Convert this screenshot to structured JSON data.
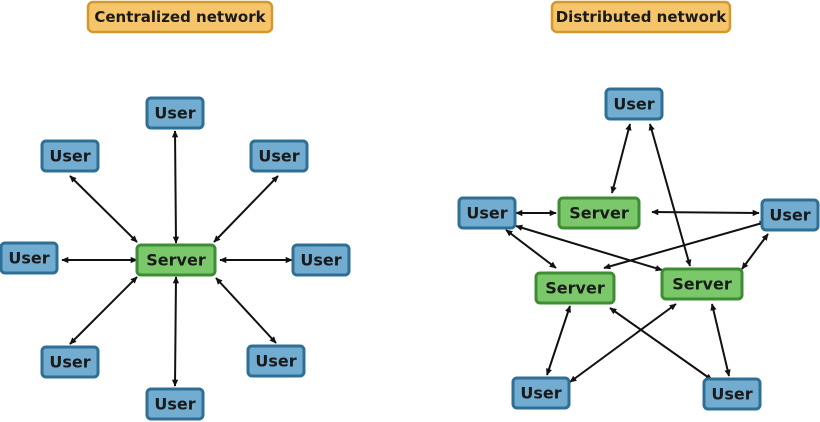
{
  "titles": {
    "left": "Centralized network",
    "right": "Distributed network"
  },
  "labels": {
    "user": "User",
    "server": "Server"
  },
  "colors": {
    "title_fill": "#f6c46a",
    "title_stroke": "#d29a2c",
    "user_fill": "#72acd0",
    "user_stroke": "#2f6f95",
    "server_fill": "#7bc86a",
    "server_stroke": "#3e8c34",
    "arrow": "#111111"
  },
  "centralized": {
    "hub": "server",
    "spokes": [
      "user-top",
      "user-upper-right",
      "user-right",
      "user-lower-right",
      "user-bottom",
      "user-lower-left",
      "user-left",
      "user-upper-left"
    ]
  },
  "distributed": {
    "servers": [
      "server-left",
      "server-right",
      "server-bottom-left",
      "server-bottom-right"
    ],
    "users": [
      "user-top",
      "user-left",
      "user-right",
      "user-bottom-left",
      "user-bottom-right"
    ],
    "links": [
      [
        "user-left",
        "server-left"
      ],
      [
        "user-top",
        "server-left"
      ],
      [
        "user-top",
        "server-bottom-right"
      ],
      [
        "server-left",
        "user-right"
      ],
      [
        "user-left",
        "server-bottom-left"
      ],
      [
        "user-left",
        "server-bottom-right"
      ],
      [
        "server-bottom-left",
        "user-right"
      ],
      [
        "server-bottom-right",
        "user-right"
      ],
      [
        "server-bottom-left",
        "user-bottom-left"
      ],
      [
        "server-bottom-right",
        "user-bottom-left"
      ],
      [
        "server-bottom-left",
        "user-bottom-right"
      ],
      [
        "server-bottom-right",
        "user-bottom-right"
      ]
    ]
  }
}
